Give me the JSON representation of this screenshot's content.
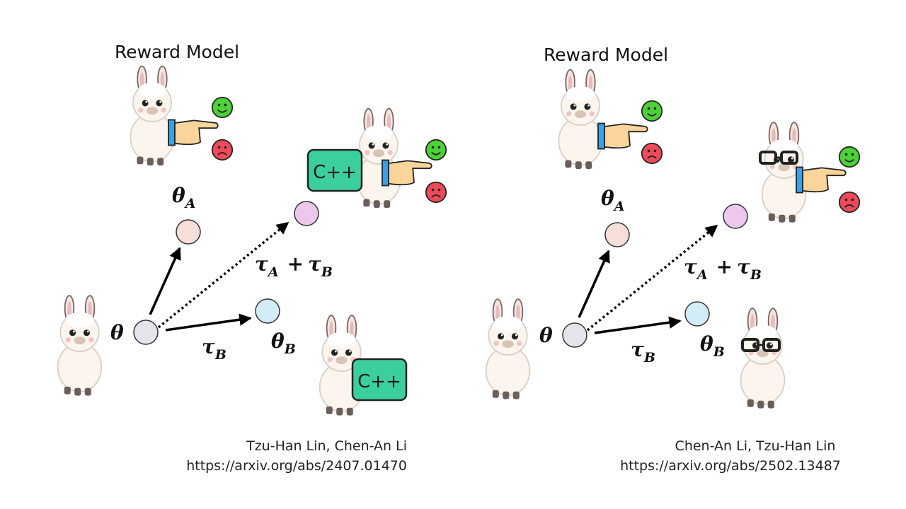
{
  "left_panel": {
    "title": "Reward Model",
    "labels": {
      "theta": "θ",
      "theta_a": "θ",
      "theta_a_sub": "A",
      "theta_b": "θ",
      "theta_b_sub": "B",
      "tau_b": "τ",
      "tau_b_sub": "B",
      "sum_tau_a": "τ",
      "sum_tau_a_sub": "A",
      "sum_plus": "+",
      "sum_tau_b": "τ",
      "sum_tau_b_sub": "B"
    },
    "badge_text": "C++",
    "authors": "Tzu-Han Lin, Chen-An Li",
    "link": "https://arxiv.org/abs/2407.01470"
  },
  "right_panel": {
    "title": "Reward Model",
    "labels": {
      "theta": "θ",
      "theta_a": "θ",
      "theta_a_sub": "A",
      "theta_b": "θ",
      "theta_b_sub": "B",
      "tau_b": "τ",
      "tau_b_sub": "B",
      "sum_tau_a": "τ",
      "sum_tau_a_sub": "A",
      "sum_plus": "+",
      "sum_tau_b": "τ",
      "sum_tau_b_sub": "B"
    },
    "authors": "Chen-An Li, Tzu-Han Lin",
    "link": "https://arxiv.org/abs/2502.13487"
  },
  "colors": {
    "theta": "#e6e4ea",
    "theta_a": "#f6ded9",
    "theta_b": "#d2ecf8",
    "merged": "#ebc8ec",
    "badge": "#3ccf9e",
    "good": "#4cd137",
    "bad": "#ee4a5a"
  },
  "icons": [
    "llama",
    "pointing-hand",
    "happy-face",
    "sad-face",
    "cpp-badge",
    "glasses"
  ]
}
